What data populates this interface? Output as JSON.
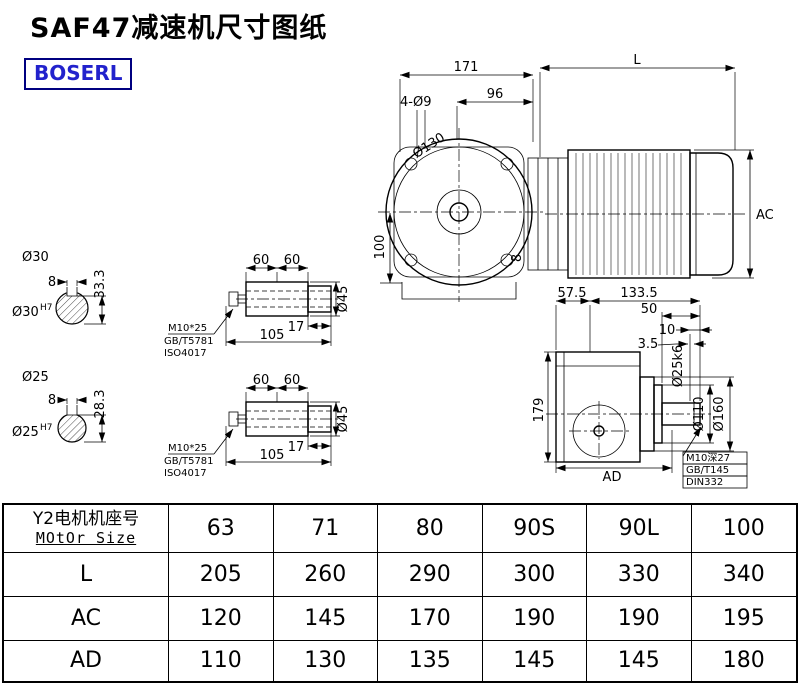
{
  "page": {
    "title": "SAF47减速机尺寸图纸",
    "logo": "BOSERL"
  },
  "front_view": {
    "dim_171": "171",
    "dim_l": "L",
    "dim_96": "96",
    "dim_4xd9": "4-Ø9",
    "dim_d130": "Ø130",
    "dim_100": "100",
    "dim_ac": "AC",
    "dim_8": "8"
  },
  "bore_section_30": {
    "dia_label": "Ø30",
    "fit_label": "Ø30",
    "fit_tol": "H7",
    "key_width": "8",
    "key_depth": "33.3"
  },
  "bore_section_25": {
    "dia_label": "Ø25",
    "fit_label": "Ø25",
    "fit_tol": "H7",
    "key_width": "8",
    "key_depth": "28.3"
  },
  "shaft_top": {
    "dim_60_left": "60",
    "dim_60_right": "60",
    "dim_17": "17",
    "dim_105": "105",
    "dim_d45": "Ø45",
    "note_bolt": "M10*25",
    "note_std1": "GB/T5781",
    "note_std2": "ISO4017"
  },
  "shaft_bottom": {
    "dim_60_left": "60",
    "dim_60_right": "60",
    "dim_17": "17",
    "dim_105": "105",
    "dim_d45": "Ø45",
    "note_bolt": "M10*25",
    "note_std1": "GB/T5781",
    "note_std2": "ISO4017"
  },
  "side_view": {
    "dim_57_5": "57.5",
    "dim_133_5": "133.5",
    "dim_50": "50",
    "dim_10": "10",
    "dim_3_5": "3.5",
    "dim_d25k6": "Ø25k6",
    "dim_d110": "Ø110",
    "dim_d160": "Ø160",
    "dim_179": "179",
    "dim_ad": "AD",
    "note_tap": "M10深27",
    "note_std1": "GB/T145",
    "note_std2": "DIN332"
  },
  "table": {
    "header_cn": "Y2电机机座号",
    "header_en": "MOtOr Size",
    "sizes": [
      "63",
      "71",
      "80",
      "90S",
      "90L",
      "100"
    ],
    "rows": [
      {
        "label": "L",
        "values": [
          "205",
          "260",
          "290",
          "300",
          "330",
          "340"
        ]
      },
      {
        "label": "AC",
        "values": [
          "120",
          "145",
          "170",
          "190",
          "190",
          "195"
        ]
      },
      {
        "label": "AD",
        "values": [
          "110",
          "130",
          "135",
          "145",
          "145",
          "180"
        ]
      }
    ]
  }
}
